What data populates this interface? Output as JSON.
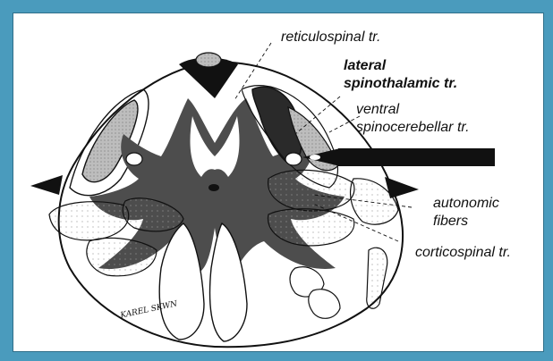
{
  "labels": {
    "reticulospinal": "reticulospinal tr.",
    "lateral_line1": "lateral",
    "lateral_line2": "spinothalamic tr.",
    "ventral_line1": "ventral",
    "ventral_line2": "spinocerebellar tr.",
    "autonomic_line1": "autonomic",
    "autonomic_line2": "fibers",
    "corticospinal": "corticospinal tr."
  },
  "signature": "KAREL SKWN",
  "colors": {
    "frame": "#4a9bbd",
    "gray_matter": "#4d4d4d",
    "probe": "#111111"
  }
}
